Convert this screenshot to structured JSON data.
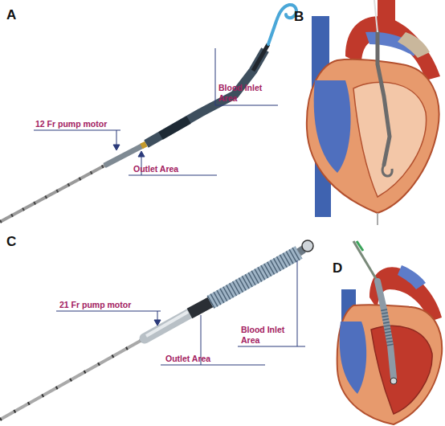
{
  "diagram": {
    "labels": [
      "A",
      "12 Fr pump motor",
      "Outlet Area",
      "Blood Inlet Area",
      "B",
      "C",
      "21 Fr pump motor",
      "Outlet Area",
      "Blood Inlet Area",
      "D"
    ]
  }
}
